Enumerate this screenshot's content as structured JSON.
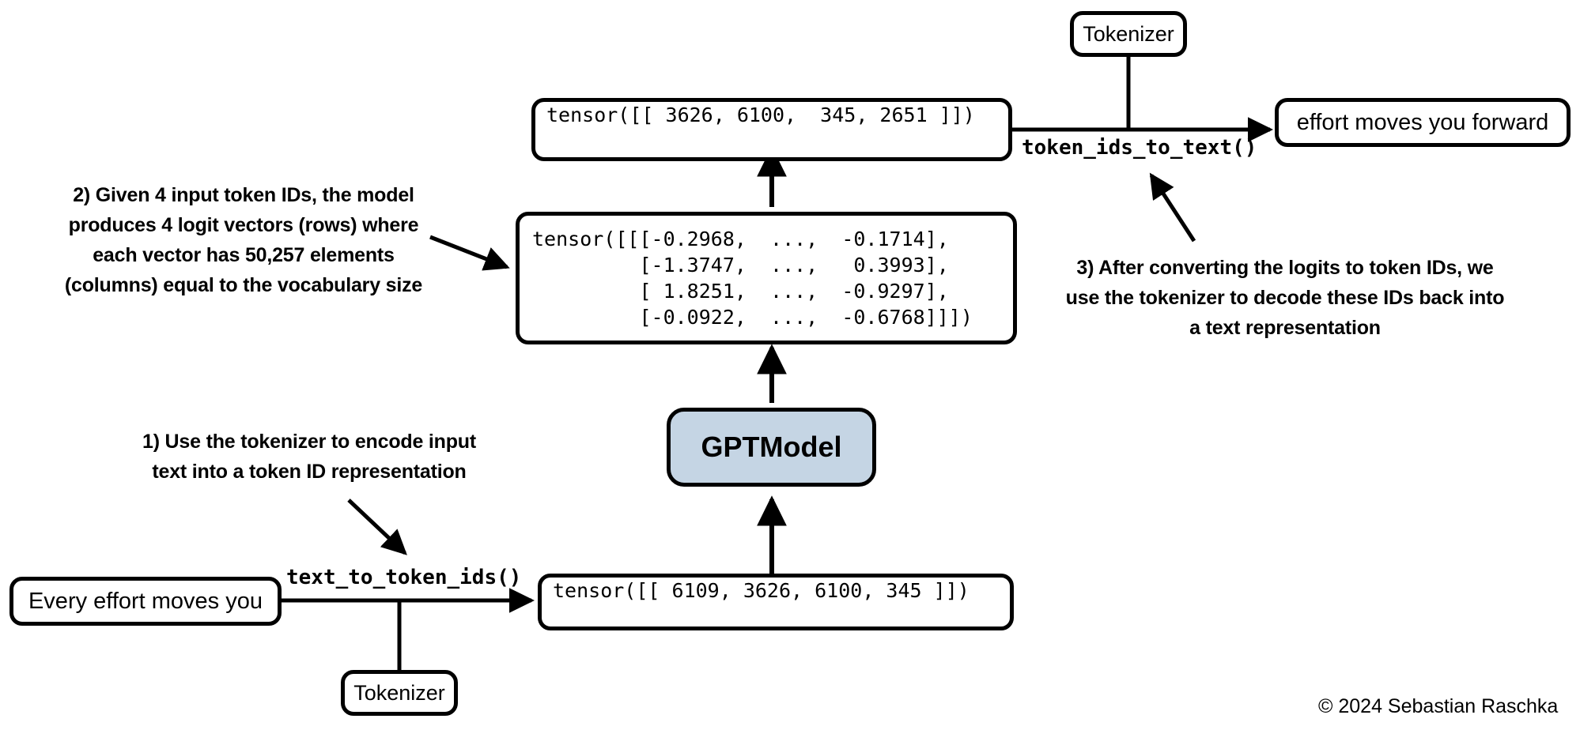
{
  "diagram": {
    "title": "GPT text generation pipeline",
    "colors": {
      "stroke": "#000000",
      "background": "#ffffff",
      "model_fill": "#c5d5e4"
    },
    "nodes": {
      "input_text": "Every effort moves you",
      "input_token_ids": "tensor([[ 6109, 3626, 6100, 345 ]])",
      "model": "GPTModel",
      "logits_lines": [
        "tensor([[[-0.2968,  ...,  -0.1714],",
        "         [-1.3747,  ...,   0.3993],",
        "         [ 1.8251,  ...,  -0.9297],",
        "         [-0.0922,  ...,  -0.6768]]])"
      ],
      "output_token_ids": "tensor([[ 3626, 6100,  345, 2651 ]])",
      "output_text": "effort moves you forward",
      "tokenizer_bottom": "Tokenizer",
      "tokenizer_top": "Tokenizer"
    },
    "edge_labels": {
      "text_to_token_ids": "text_to_token_ids()",
      "token_ids_to_text": "token_ids_to_text()"
    },
    "annotations": {
      "step1": "1) Use the tokenizer to encode input\ntext into a token ID representation",
      "step2": "2) Given 4 input token IDs, the model\nproduces 4 logit vectors (rows) where\neach vector has 50,257 elements\n(columns) equal to the vocabulary size",
      "step3": "3) After converting the logits to token IDs, we\nuse the tokenizer to decode these IDs back into\na text representation"
    },
    "footer": {
      "copyright": "© 2024 Sebastian Raschka"
    }
  }
}
